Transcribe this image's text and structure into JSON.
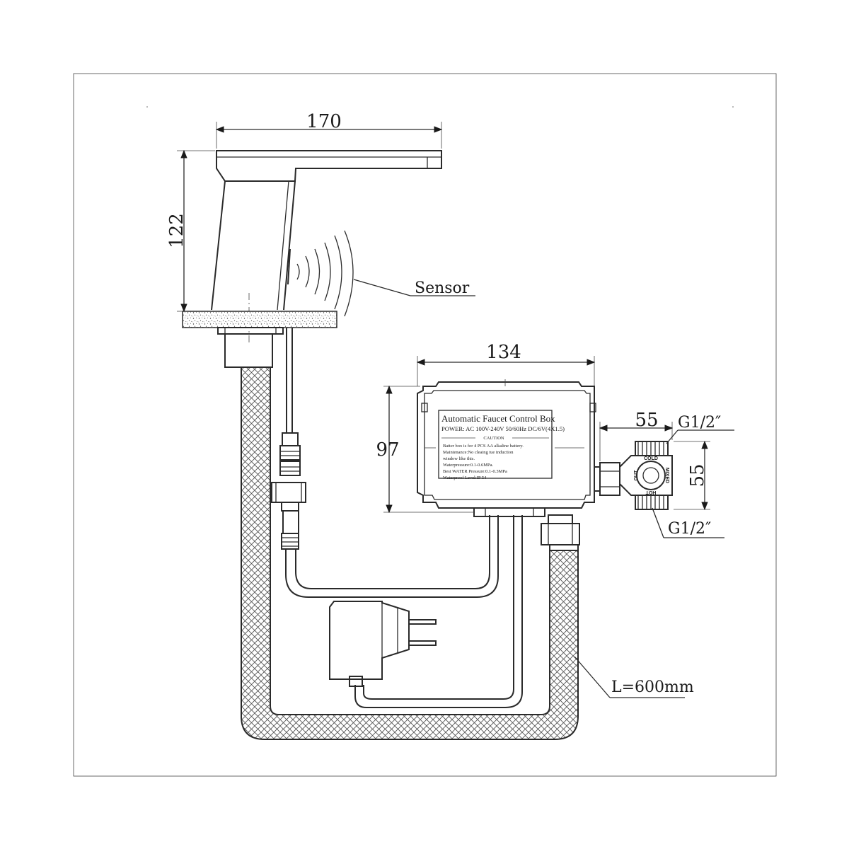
{
  "dimensions": {
    "spout_length": "170",
    "faucet_height": "122",
    "box_width": "134",
    "box_height": "97",
    "valve_offset": "55",
    "valve_height": "55"
  },
  "labels": {
    "sensor": "Sensor",
    "thread_top": "G1/2″",
    "thread_bottom": "G1/2″",
    "hose_length": "L=600mm"
  },
  "control_box": {
    "title": "Automatic Faucet Control Box",
    "power": "POWER: AC 100V-240V 50/60Hz DC/6V(4X1.5)",
    "caution_heading": "CAUTION",
    "caution_lines": [
      "Batter box is for 4 PCS AA alkaline battery.",
      "Maintenance:No cleaing tue induction",
      "window like this.",
      "Waterpressure:0.1-0.6MPa.",
      "Best WATER Pressure:0.1-0.3MPa",
      "Waterproof Level:IP 54"
    ]
  },
  "valve": {
    "cold": "COLD",
    "mixed": "MIXED",
    "hot": "HOT",
    "out": "OUT"
  }
}
